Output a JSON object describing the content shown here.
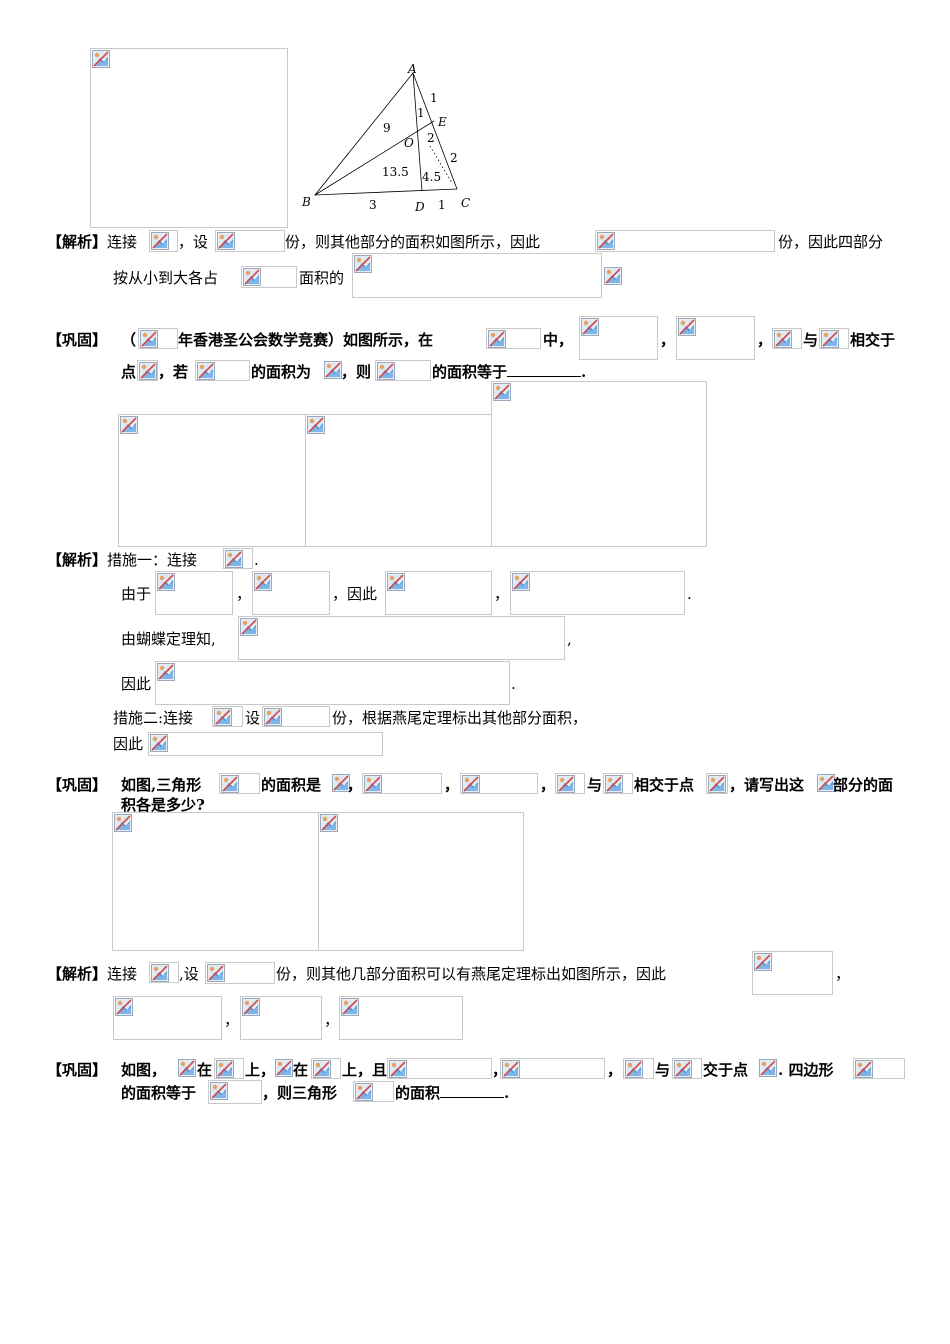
{
  "figure": {
    "vertices": {
      "A": "A",
      "B": "B",
      "C": "C",
      "D": "D",
      "E": "E",
      "O": "O"
    },
    "region_labels": {
      "r9": "9",
      "r1": "1",
      "r2": "2",
      "r13_5": "13.5",
      "r4_5": "4.5"
    },
    "segment_labels": {
      "AE": "1",
      "EC": "2",
      "BD": "3",
      "DC": "1"
    }
  },
  "labels": {
    "jiexi": "【解析】",
    "gonggu": "【巩固】"
  },
  "s1": {
    "t1": "连接",
    "t2": "，设",
    "t3": "份，则其他部分的面积如图所示，因此",
    "t4": "份，因此四部分",
    "t5": "按从小到大各占",
    "t6": "面积的"
  },
  "q1": {
    "a": "（",
    "b": "年香港圣公会数学竞赛）如图所示，在",
    "c": "中，",
    "d": "，",
    "e": "，",
    "f": "，",
    "g": "与",
    "h": "相交于",
    "i": "点",
    "j": "，若",
    "k": "的面积为",
    "l": "，则",
    "m": "的面积等于",
    "n": "."
  },
  "s2": {
    "m1": "措施一：连接",
    "m1end": ".",
    "r1a": "由于",
    "r1b": "，",
    "r1c": "，因此",
    "r1d": "，",
    "r1e": ".",
    "r2a": "由蝴蝶定理知,",
    "r2b": ",",
    "r3a": "因此",
    "r3b": ".",
    "m2a": "措施二:连接",
    "m2b": "设",
    "m2c": "份，根据燕尾定理标出其他部分面积，",
    "m2d": "因此"
  },
  "q2": {
    "a": "如图,三角形",
    "b": "的面积是",
    "c": "，",
    "d": "，",
    "e": "，",
    "f": "与",
    "g": "相交于点",
    "h": "，请写出这",
    "i": "部分的面",
    "j": "积各是多少?"
  },
  "s3": {
    "a": "连接",
    "b": ",设",
    "c": "份，则其他几部分面积可以有燕尾定理标出如图所示，因此",
    "d": "，",
    "e": "，",
    "f": "，"
  },
  "q3": {
    "a": "如图，",
    "b": "在",
    "c": "上，",
    "d": "在",
    "e": "上，且",
    "f": "，",
    "g": "，",
    "h": "与",
    "i": "交于点",
    "j": ". 四边形",
    "k": "的面积等于",
    "l": "，则三角形",
    "m": "的面积",
    "n": "."
  }
}
